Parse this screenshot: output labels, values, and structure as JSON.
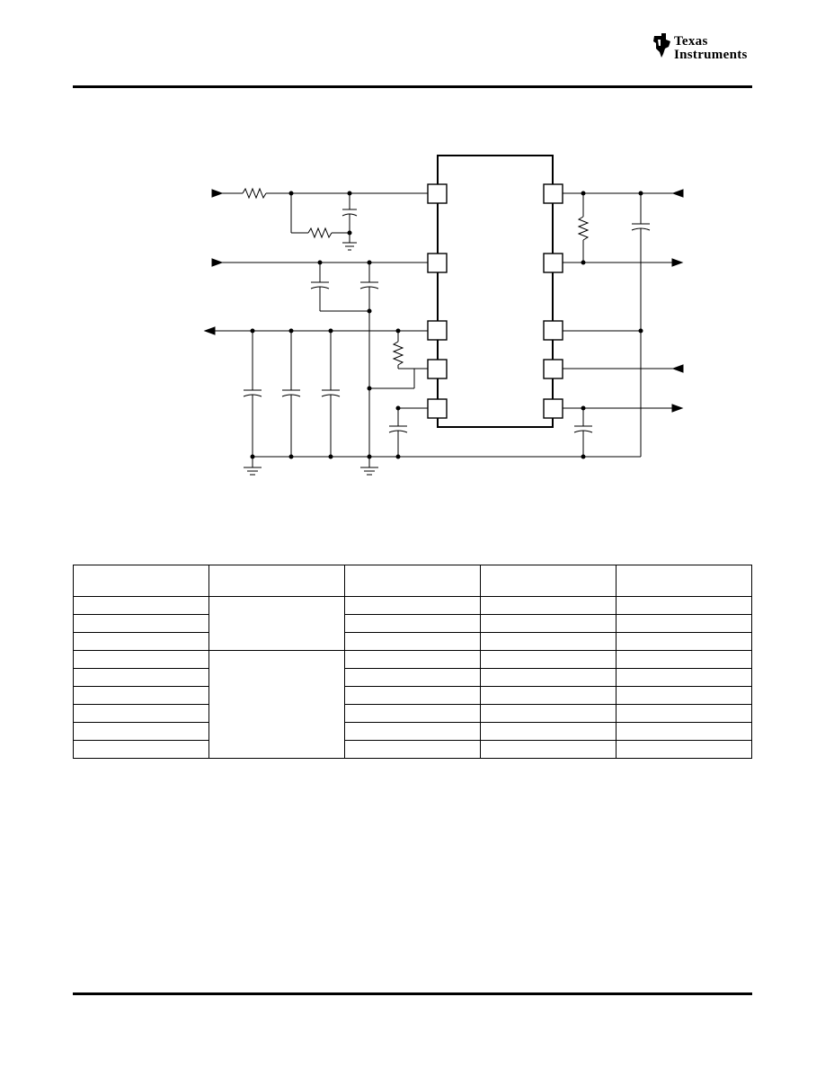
{
  "header": {
    "brand_line1": "Texas",
    "brand_line2": "Instruments",
    "logo_icon": "ti-state-logo-icon"
  },
  "schematic": {
    "components": "circuit-schematic"
  },
  "table": {
    "columns": [
      "",
      "",
      "",
      "",
      ""
    ],
    "rows": [
      {
        "c1": "",
        "c2": "",
        "c3": "",
        "c4": "",
        "c5": ""
      },
      {
        "c1": "",
        "c3": "",
        "c4": "",
        "c5": ""
      },
      {
        "c1": "",
        "c3": "",
        "c4": "",
        "c5": ""
      },
      {
        "c1": "",
        "c2": "",
        "c3": "",
        "c4": "",
        "c5": ""
      },
      {
        "c1": "",
        "c3": "",
        "c4": "",
        "c5": ""
      },
      {
        "c1": "",
        "c3": "",
        "c4": "",
        "c5": ""
      },
      {
        "c1": "",
        "c3": "",
        "c4": "",
        "c5": ""
      },
      {
        "c1": "",
        "c3": "",
        "c4": "",
        "c5": ""
      },
      {
        "c1": "",
        "c3": "",
        "c4": "",
        "c5": ""
      }
    ]
  }
}
